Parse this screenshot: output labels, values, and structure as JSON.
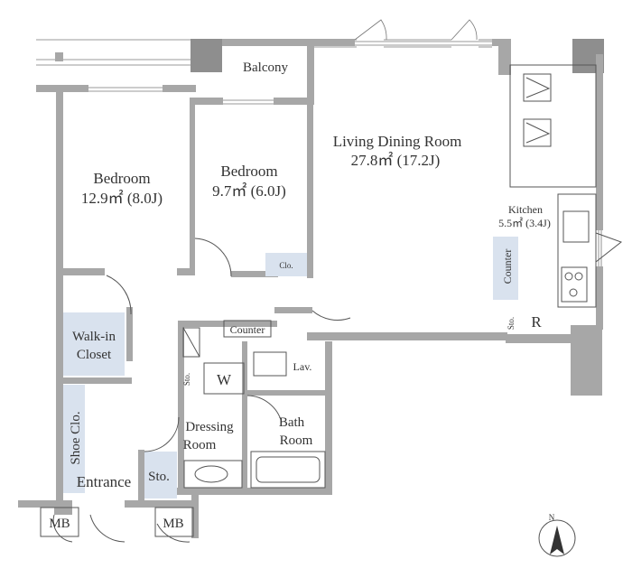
{
  "rooms": {
    "balcony": "Balcony",
    "ldk_name": "Living Dining Room",
    "ldk_area": "27.8㎡ (17.2J)",
    "bedroom1_name": "Bedroom",
    "bedroom1_area": "12.9㎡ (8.0J)",
    "bedroom2_name": "Bedroom",
    "bedroom2_area": "9.7㎡ (6.0J)",
    "kitchen_name": "Kitchen",
    "kitchen_area": "5.5㎡ (3.4J)",
    "walkin_line1": "Walk-in",
    "walkin_line2": "Closet",
    "shoe": "Shoe Clo.",
    "entrance": "Entrance",
    "sto_entrance": "Sto.",
    "mb_left": "MB",
    "mb_right": "MB",
    "dressing_line1": "Dressing",
    "dressing_line2": "Room",
    "bath_line1": "Bath",
    "bath_line2": "Room",
    "lav": "Lav.",
    "washer": "W",
    "sto_wash": "Sto.",
    "counter_hall": "Counter",
    "counter_kitchen": "Counter",
    "sto_kitchen": "Sto.",
    "fridge": "R",
    "closet_small": "Clo."
  },
  "compass": {
    "label": "N"
  },
  "colors": {
    "wall": "#a7a7a7",
    "storage_fill": "#d9e2ee",
    "line": "#555555",
    "text": "#333333"
  }
}
